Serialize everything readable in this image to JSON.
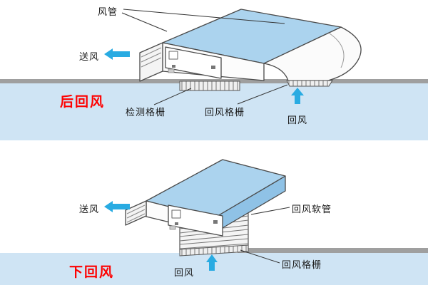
{
  "colors": {
    "background_blue": "#cfe4f4",
    "unit_top_blue": "#abd3ee",
    "unit_side_blue": "#8fc2e6",
    "arrow_cyan": "#29abe2",
    "caption_red": "#fe0000",
    "floor_gray": "#9f9f9f"
  },
  "top_diagram": {
    "section_label": "后回风",
    "labels": {
      "duct": "风管",
      "supply_air": "送风",
      "inspection_grille": "检测格栅",
      "return_grille": "回风格栅",
      "return_air": "回风"
    }
  },
  "bottom_diagram": {
    "section_label": "下回风",
    "labels": {
      "supply_air": "送风",
      "flexible_return_duct": "回风软管",
      "return_grille": "回风格栅",
      "return_air": "回风"
    }
  }
}
